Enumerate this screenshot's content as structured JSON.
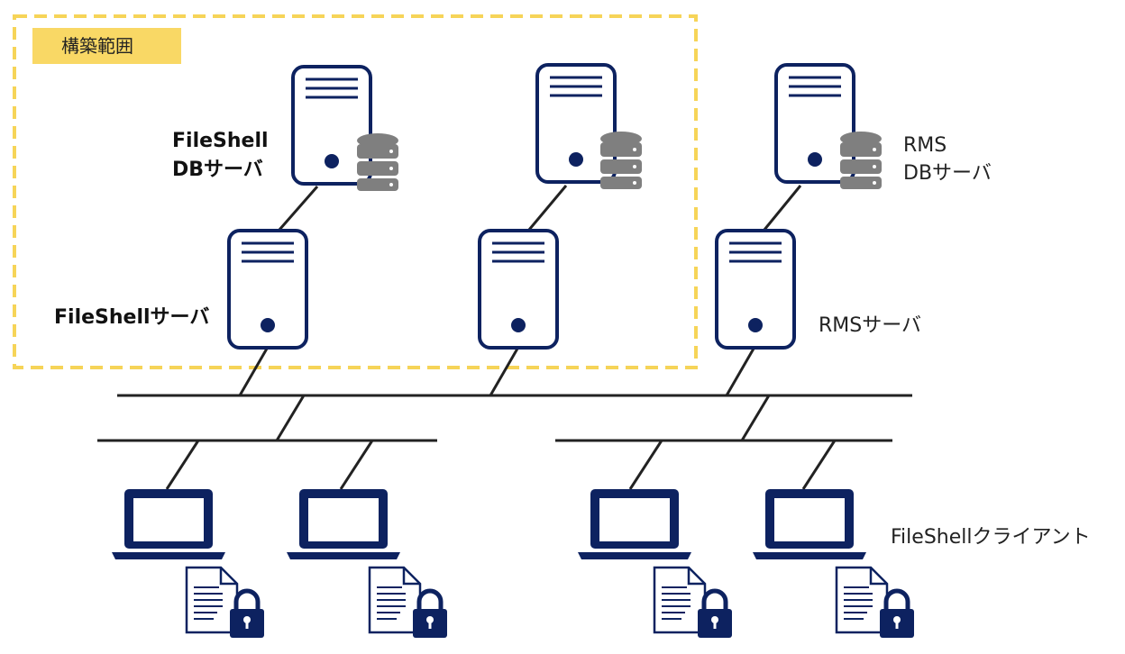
{
  "scope": {
    "label": "構築範囲"
  },
  "labels": {
    "fileshell_db_line1": "FileShell",
    "fileshell_db_line2": "DBサーバ",
    "fileshell_server": "FileShellサーバ",
    "rms_db_line1": "RMS",
    "rms_db_line2": "DBサーバ",
    "rms_server": "RMSサーバ",
    "client": "FileShellクライアント"
  },
  "colors": {
    "navy": "#0d2260",
    "scope_border": "#f6d458",
    "scope_fill": "#f9d865",
    "db_gray": "#7f7f7f",
    "line": "#222222"
  },
  "icons": [
    "server-icon",
    "database-icon",
    "laptop-icon",
    "locked-document-icon"
  ]
}
